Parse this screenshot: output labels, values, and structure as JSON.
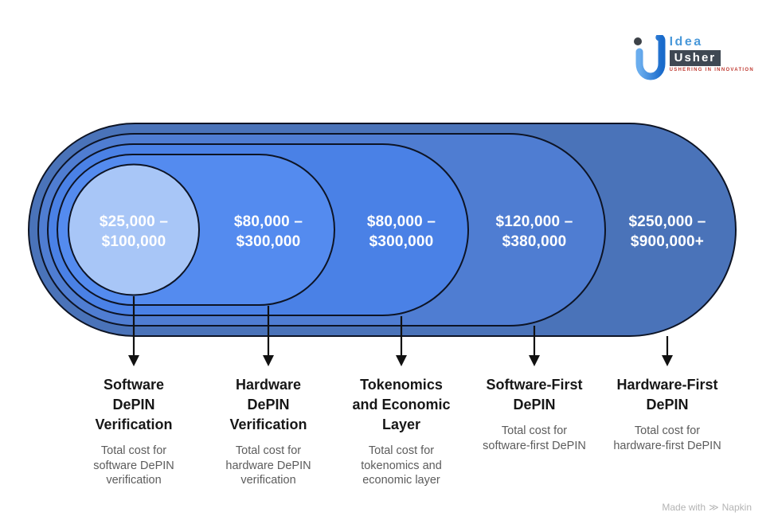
{
  "page": {
    "title": "DePIN development cost nested diagram",
    "background": "#ffffff"
  },
  "logo": {
    "word_top": "Idea",
    "word_bottom": "Usher",
    "tagline": "USHERING IN INNOVATION",
    "colors": {
      "accent_blue": "#4a99da",
      "dark_box": "#3f4853",
      "tagline_red": "#bf3a31"
    }
  },
  "diagram": {
    "outline_color": "#0d1425",
    "arrow_color": "#111111",
    "cost_text_color": "#ffffff",
    "rings": [
      {
        "name": "software-depin-verification",
        "cost": "$25,000 –\n$100,000",
        "color": "#a8c6f7",
        "title": "Software\nDePIN\nVerification",
        "subtitle": "Total cost for\nsoftware DePIN\nverification"
      },
      {
        "name": "hardware-depin-verification",
        "cost": "$80,000 –\n$300,000",
        "color": "#548bef",
        "title": "Hardware\nDePIN\nVerification",
        "subtitle": "Total cost for\nhardware DePIN\nverification"
      },
      {
        "name": "tokenomics-economic-layer",
        "cost": "$80,000 –\n$300,000",
        "color": "#4a81e6",
        "title": "Tokenomics\nand Economic\nLayer",
        "subtitle": "Total cost for\ntokenomics and\neconomic layer"
      },
      {
        "name": "software-first-depin",
        "cost": "$120,000 –\n$380,000",
        "color": "#4f7dd2",
        "title": "Software-First\nDePIN",
        "subtitle": "Total cost for\nsoftware-first DePIN"
      },
      {
        "name": "hardware-first-depin",
        "cost": "$250,000 –\n$900,000+",
        "color": "#4a73b9",
        "title": "Hardware-First\nDePIN",
        "subtitle": "Total cost for\nhardware-first DePIN"
      }
    ]
  },
  "footer": {
    "made_with": "Made with",
    "brand": "Napkin",
    "icon_glyph": "≫"
  }
}
